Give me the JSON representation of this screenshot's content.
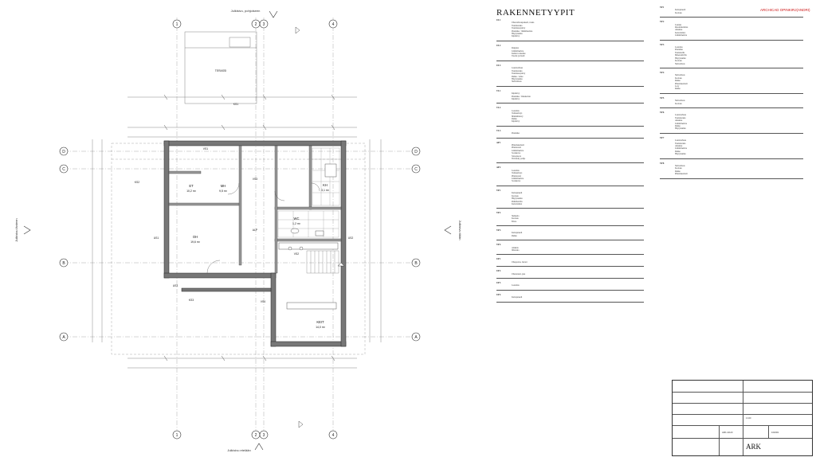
{
  "logo_text": "ARCHICAD OPINKIRJ(ANDRI)",
  "title": "RAKENNETYYPIT",
  "plan_labels": {
    "top_arrow": "Julkisivu, pohjoiseen",
    "bottom_arrow": "Julkisivu etelään",
    "left_arrow": "Julkisivu länteen",
    "right_arrow": "Julkisivu itään",
    "axis_letters": [
      "D",
      "C",
      "B",
      "A"
    ],
    "axis_numbers": [
      "1",
      "2",
      "3",
      "4"
    ],
    "rooms": [
      {
        "name": "ET",
        "area": "10,2 m²"
      },
      {
        "name": "OH",
        "area": "19,6 m²"
      },
      {
        "name": "MH",
        "area": "9,5 m²"
      },
      {
        "name": "KH",
        "area": "3,1 m²"
      },
      {
        "name": "WC",
        "area": "1,2 m²"
      },
      {
        "name": "KEIT",
        "area": "14,0 m²"
      }
    ],
    "marks": [
      "VS1",
      "VS2",
      "VS3",
      "VS4",
      "US1",
      "US2",
      "US3",
      "ALP",
      "KS1",
      "KS2",
      "KS3",
      "TERASSI"
    ]
  },
  "spec_col1": [
    {
      "code": "US 1",
      "lines": [
        [
          "",
          "Ulkoverhouspaneeli, vaaka"
        ],
        [
          "",
          "Tuuletusrako"
        ],
        [
          "",
          "Tuulensuojalevy"
        ],
        [
          "",
          "Puurunko / lämmöneriste"
        ],
        [
          "",
          "Höyrynsulku"
        ],
        [
          "",
          "Kipsilevy"
        ]
      ]
    },
    {
      "code": "US 2",
      "lines": [
        [
          "",
          "Rappaus"
        ],
        [
          "",
          "Lämmöneriste"
        ],
        [
          "",
          "Kantava rakenne"
        ],
        [
          "",
          "Tasoite ja maali"
        ]
      ]
    },
    {
      "code": "US 3",
      "lines": [
        [
          "",
          "Lautaverhous"
        ],
        [
          "",
          "Tuuletusrako"
        ],
        [
          "",
          "Tuulensuojalevy"
        ],
        [
          "",
          "Runko / eriste"
        ],
        [
          "",
          "Höyrynsulku"
        ],
        [
          "",
          "Sisäverhous"
        ]
      ]
    },
    {
      "code": "VS 1",
      "lines": [
        [
          "",
          "Kipsilevy"
        ],
        [
          "",
          "Puurunko / ääneneriste"
        ],
        [
          "",
          "Kipsilevy"
        ]
      ]
    },
    {
      "code": "VS 2",
      "lines": [
        [
          "",
          "Laatoitus"
        ],
        [
          "",
          "Vedeneristys"
        ],
        [
          "",
          "Märkätilalevy"
        ],
        [
          "",
          "Runko"
        ],
        [
          "",
          "Kipsilevy"
        ]
      ]
    },
    {
      "code": "VS 3",
      "lines": [
        [
          "",
          "Puurunko"
        ]
      ]
    },
    {
      "code": "AP 1",
      "lines": [
        [
          "",
          "Pintamateriaali"
        ],
        [
          "",
          "Pintabetoni"
        ],
        [
          "",
          "Lämmöneriste"
        ],
        [
          "",
          "Sorakerros"
        ],
        [
          "",
          "Salaojasora"
        ],
        [
          "",
          "Tiivistetty pohja"
        ]
      ]
    },
    {
      "code": "AP 2",
      "lines": [
        [
          "",
          "Laatoitus"
        ],
        [
          "",
          "Vedeneristys"
        ],
        [
          "",
          "Pintabetoni"
        ],
        [
          "",
          "Lämmöneriste"
        ],
        [
          "",
          "Sorakerros"
        ]
      ]
    },
    {
      "code": "YP 1",
      "lines": [
        [
          "",
          "Kattopaneeli"
        ],
        [
          "",
          "Koolaus"
        ],
        [
          "",
          "Höyrynsulku"
        ],
        [
          "",
          "Puhallusvilla"
        ],
        [
          "",
          "Kattoristikot"
        ]
      ]
    },
    {
      "code": "YP 2",
      "lines": [
        [
          "",
          "Sisäkatto"
        ],
        [
          "",
          "Koolaus"
        ],
        [
          "",
          "Eriste"
        ]
      ]
    },
    {
      "code": "YP 3",
      "lines": [
        [
          "",
          "Kattopaneeli"
        ],
        [
          "",
          "Runko"
        ]
      ]
    },
    {
      "code": "YP 4",
      "lines": [
        [
          "",
          "Alakatto"
        ],
        [
          "",
          "Ilmarako"
        ]
      ]
    },
    {
      "code": "UP 1",
      "lines": [
        [
          "",
          "Ulkoporras, betoni"
        ]
      ]
    },
    {
      "code": "UP 2",
      "lines": [
        [
          "",
          "Ulkoterassi, puu"
        ]
      ]
    },
    {
      "code": "UP 3",
      "lines": [
        [
          "",
          "Laatoitus"
        ]
      ]
    },
    {
      "code": "UP 4",
      "lines": [
        [
          "",
          "Kattopaneeli"
        ]
      ]
    }
  ],
  "spec_col2": [
    {
      "code": "YP 1",
      "lines": [
        [
          "",
          "Kattopaneeli"
        ],
        [
          "",
          "Koolaus"
        ]
      ]
    },
    {
      "code": "YP 2",
      "lines": [
        [
          "",
          "Lautaus"
        ],
        [
          "",
          "Ruodelaudoitus"
        ],
        [
          "",
          "Aluskate"
        ],
        [
          "",
          "Kattoristikot"
        ],
        [
          "",
          "Lämmöneriste"
        ]
      ]
    },
    {
      "code": "YP 3",
      "lines": [
        [
          "",
          "Laatoitus"
        ],
        [
          "",
          "Puurunko"
        ],
        [
          "",
          "Tuuletustila"
        ],
        [
          "",
          "Mineraalivilla"
        ],
        [
          "",
          "Höyrynsulku"
        ],
        [
          "",
          "Koolaus"
        ],
        [
          "",
          "Sisäverhous"
        ]
      ]
    },
    {
      "code": "YP 4",
      "lines": [
        [
          "",
          "Sisäverhous"
        ],
        [
          "",
          "Koolaus"
        ],
        [
          "",
          "Runko"
        ],
        [
          "",
          "Pintamateriaali"
        ],
        [
          "",
          "Levy"
        ],
        [
          "",
          "Runko"
        ]
      ]
    },
    {
      "code": "YP 5",
      "lines": [
        [
          "",
          "Sisäverhous"
        ],
        [
          "",
          "Koolaus"
        ]
      ]
    },
    {
      "code": "YP 6",
      "lines": [
        [
          "",
          "Lautaverhous"
        ],
        [
          "",
          "Tuuletusrako"
        ],
        [
          "",
          "Aluskate"
        ],
        [
          "",
          "Lämmöneriste"
        ],
        [
          "",
          "Runko"
        ],
        [
          "",
          "Höyrynsulku"
        ]
      ]
    },
    {
      "code": "YP 7",
      "lines": [
        [
          "",
          "Lautaverhous"
        ],
        [
          "",
          "Tuuletusrako"
        ],
        [
          "",
          "Aluskate"
        ],
        [
          "",
          "Lämmöneriste"
        ],
        [
          "",
          "Runko"
        ],
        [
          "",
          "Höyrynsulku"
        ]
      ]
    },
    {
      "code": "YP 8",
      "lines": [
        [
          "",
          "Sisäverhous"
        ],
        [
          "",
          "Koolaus"
        ],
        [
          "",
          "Runko"
        ],
        [
          "",
          "Pintamateriaali"
        ]
      ]
    }
  ],
  "footnote": "",
  "title_block": {
    "scale": "1:100",
    "drawing_no": "ARK-12120",
    "sheet": "102/001",
    "discipline": "ARK"
  }
}
